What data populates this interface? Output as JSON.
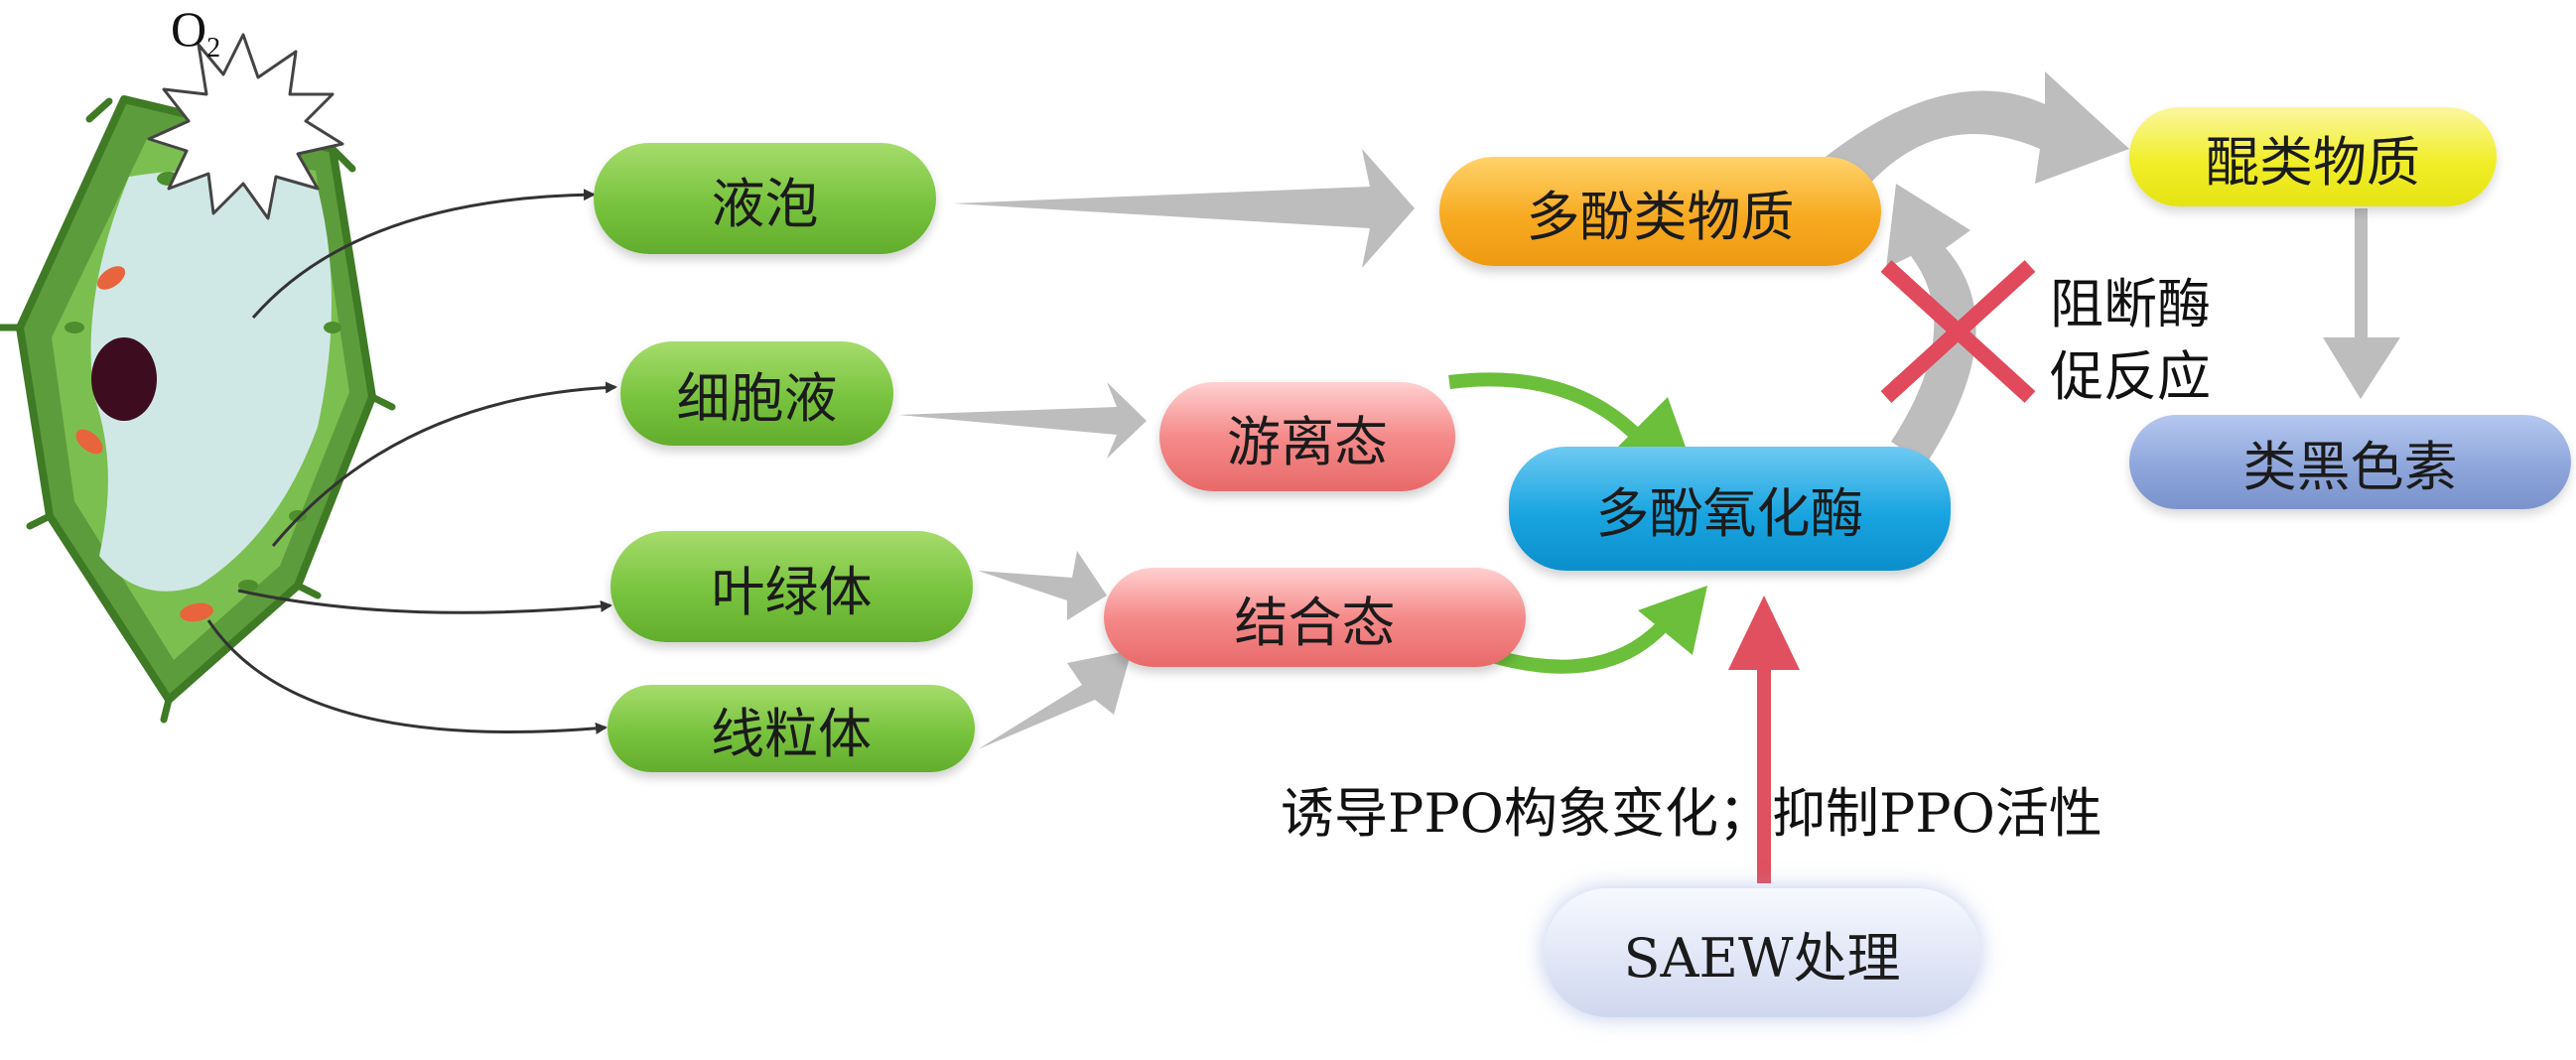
{
  "cell": {
    "oxygen_symbol": "O",
    "oxygen_subscript": "2"
  },
  "nodes": {
    "vacuole": "液泡",
    "cell_sap": "细胞液",
    "chloroplast": "叶绿体",
    "mitochondria": "线粒体",
    "free_state": "游离态",
    "bound_state": "结合态",
    "polyphenols": "多酚类物质",
    "ppo": "多酚氧化酶",
    "quinones": "醌类物质",
    "melanin": "类黑色素",
    "saew": "SAEW处理"
  },
  "annotations": {
    "block_line1": "阻断酶",
    "block_line2": "促反应",
    "ppo_effect": "诱导PPO构象变化；抑制PPO活性"
  },
  "colors": {
    "green": "#78c33e",
    "pink": "#f58a8a",
    "orange": "#f7aa21",
    "blue": "#18a4e0",
    "yellow": "#f1ee29",
    "violet": "#8ea6db",
    "gray_arrow": "#bdbdbd",
    "green_arrow": "#6bbf3a",
    "red_arrow": "#e0505e",
    "block_cross": "#e04a5c"
  }
}
